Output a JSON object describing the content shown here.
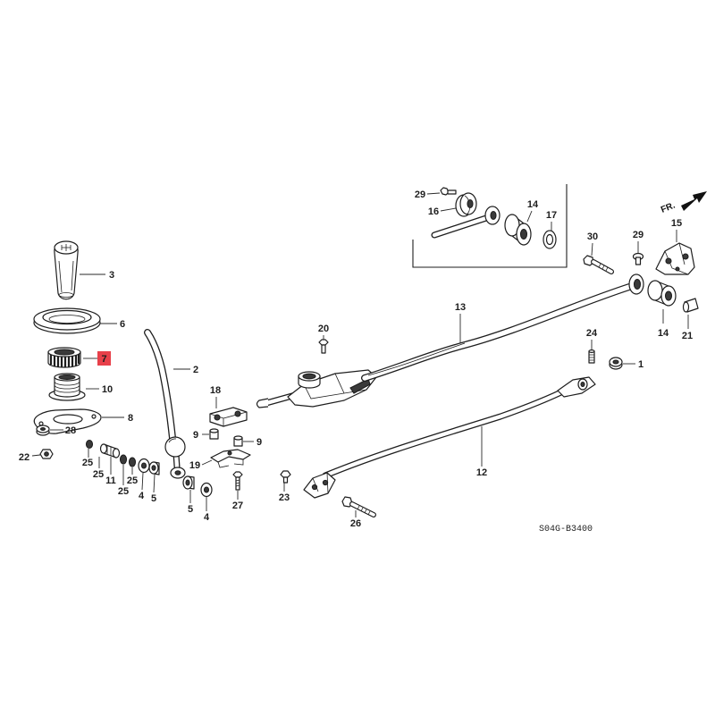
{
  "diagram": {
    "direction_label": "FR.",
    "drawing_code": "S04G-B3400",
    "highlight_color": "#e8404a",
    "callouts": [
      "3",
      "6",
      "7",
      "10",
      "8",
      "28",
      "22",
      "25",
      "25",
      "11",
      "25",
      "25",
      "4",
      "5",
      "2",
      "18",
      "9",
      "9",
      "19",
      "5",
      "4",
      "27",
      "20",
      "13",
      "24",
      "1",
      "12",
      "23",
      "26",
      "29",
      "16",
      "14",
      "17",
      "30",
      "29",
      "15",
      "14",
      "21"
    ]
  }
}
